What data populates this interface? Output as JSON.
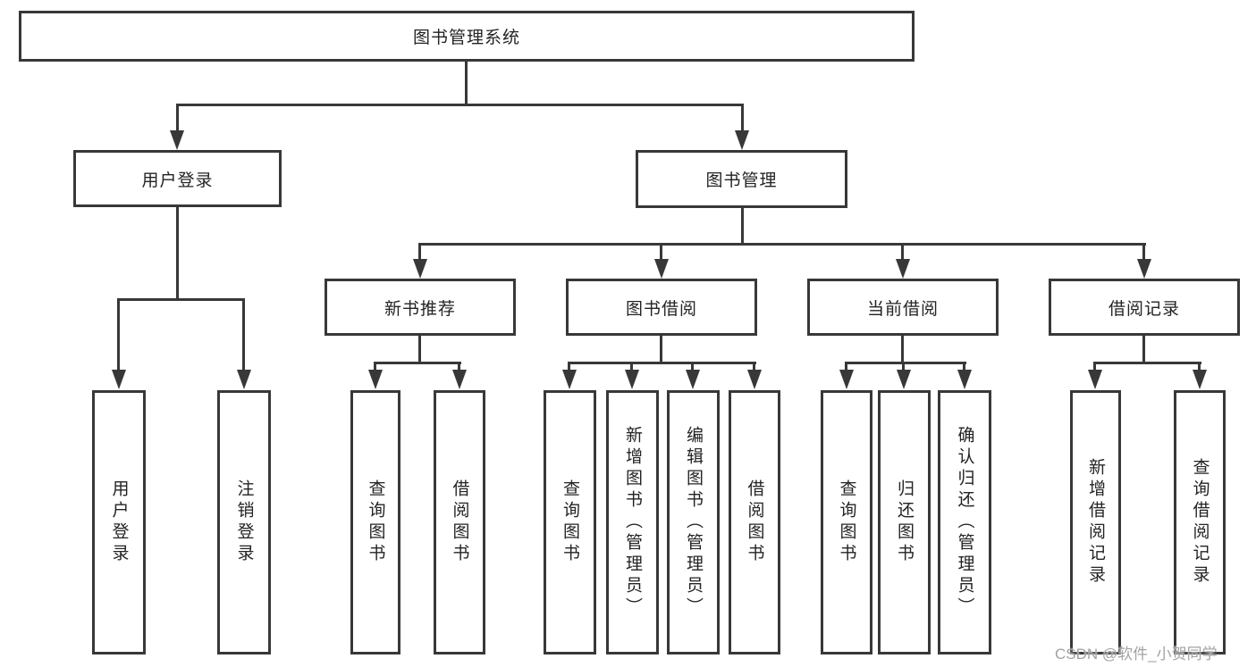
{
  "diagram": {
    "root_label": "图书管理系统",
    "level2": {
      "user_login": "用户登录",
      "book_management": "图书管理"
    },
    "level3": {
      "new_book_recommend": "新书推荐",
      "book_borrow": "图书借阅",
      "current_borrow": "当前借阅",
      "borrow_records": "借阅记录"
    },
    "leaves": {
      "user_login": [
        "用户登录",
        "注销登录"
      ],
      "new_book_recommend": [
        "查询图书",
        "借阅图书"
      ],
      "book_borrow": [
        "查询图书",
        "新增图书（管理员）",
        "编辑图书（管理员）",
        "借阅图书"
      ],
      "current_borrow": [
        "查询图书",
        "归还图书",
        "确认归还（管理员）"
      ],
      "borrow_records": [
        "新增借阅记录",
        "查询借阅记录"
      ]
    }
  },
  "watermark": "CSDN @软件_小贺同学",
  "colors": {
    "line": "#383838",
    "text": "#232323",
    "watermark": "#a3a3a3",
    "background": "#ffffff"
  }
}
